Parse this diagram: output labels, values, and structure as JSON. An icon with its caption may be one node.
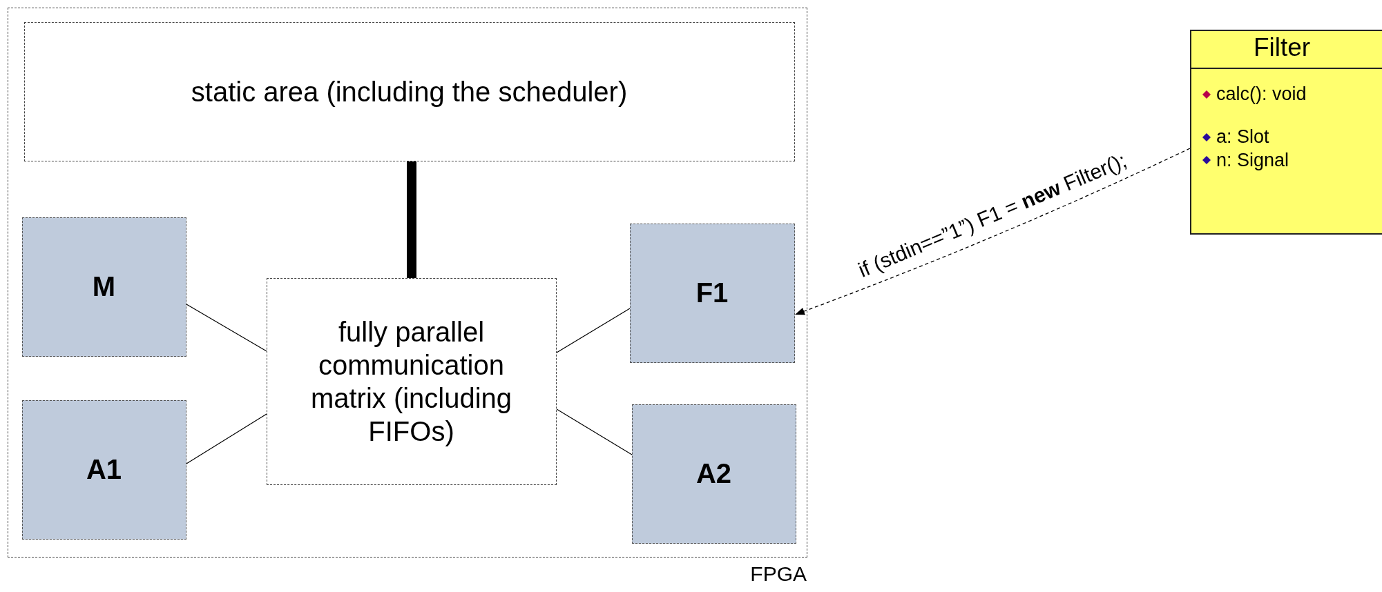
{
  "diagram": {
    "nodes": [
      {
        "text": [
          "FPGA"
        ]
      },
      {
        "text": [
          "static area (including the scheduler)"
        ],
        "in": 0
      },
      {
        "text": [
          "M"
        ],
        "in": 0
      },
      {
        "text": [
          "A1"
        ],
        "in": 0
      },
      {
        "text": [
          "fully parallel communication matrix (including FIFOs)"
        ],
        "in": 0
      },
      {
        "text": [
          "F1"
        ],
        "in": 0
      },
      {
        "text": [
          "A2"
        ],
        "in": 0
      },
      {
        "text": [
          "Filter",
          "calc(): void",
          "a: Slot",
          "n: Signal"
        ]
      }
    ],
    "edges": [
      {
        "from": 1,
        "to": 4,
        "arrow": "none",
        "style": "thick"
      },
      {
        "from": 2,
        "to": 4,
        "arrow": "none"
      },
      {
        "from": 3,
        "to": 4,
        "arrow": "none"
      },
      {
        "from": 4,
        "to": 5,
        "arrow": "none"
      },
      {
        "from": 4,
        "to": 6,
        "arrow": "none"
      },
      {
        "from": 7,
        "to": 5,
        "arrow": "to",
        "style": "dashed",
        "label": "if (stdin==”1”) F1 = **new** Filter();"
      }
    ]
  }
}
